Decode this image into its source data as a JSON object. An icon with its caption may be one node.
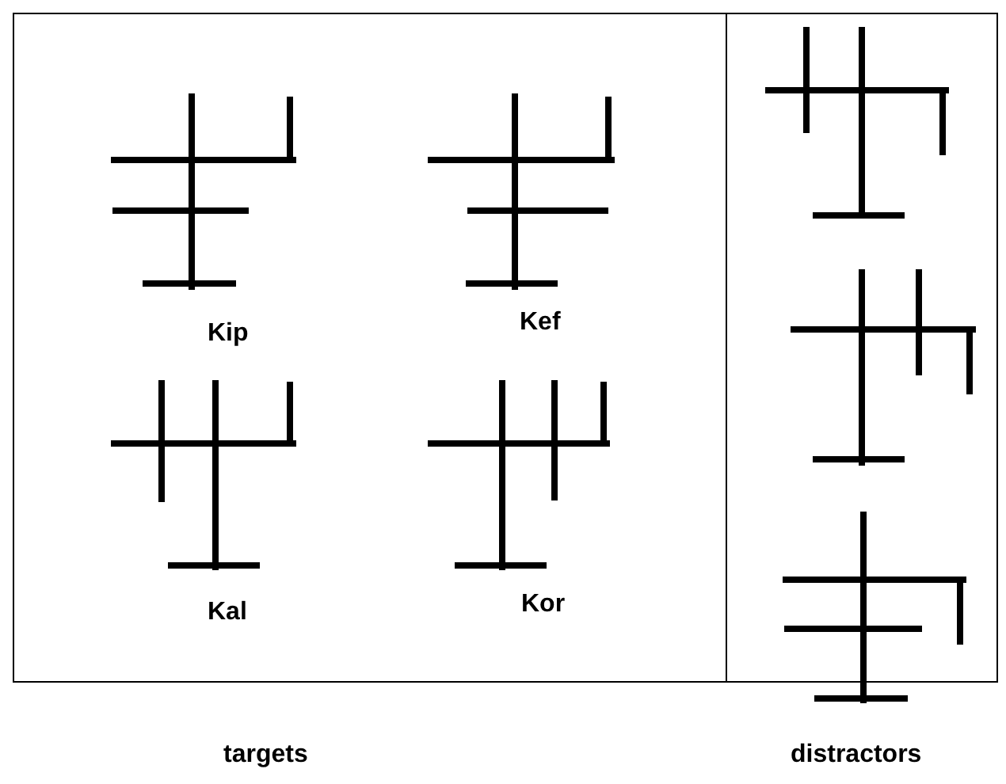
{
  "diagram": {
    "nodes": [
      {
        "text": [
          "targets"
        ]
      },
      {
        "text": [],
        "shape": "picture",
        "in": 0,
        "beside": [
          "Kip"
        ]
      },
      {
        "text": [],
        "shape": "picture",
        "in": 0,
        "beside": [
          "Kef"
        ]
      },
      {
        "text": [],
        "shape": "picture",
        "in": 0,
        "beside": [
          "Kal"
        ]
      },
      {
        "text": [],
        "shape": "picture",
        "in": 0,
        "beside": [
          "Kor"
        ]
      },
      {
        "text": [
          "distractors"
        ]
      },
      {
        "text": [],
        "shape": "picture",
        "in": 5
      },
      {
        "text": [],
        "shape": "picture",
        "in": 5
      },
      {
        "text": [],
        "shape": "picture",
        "in": 5
      }
    ]
  }
}
